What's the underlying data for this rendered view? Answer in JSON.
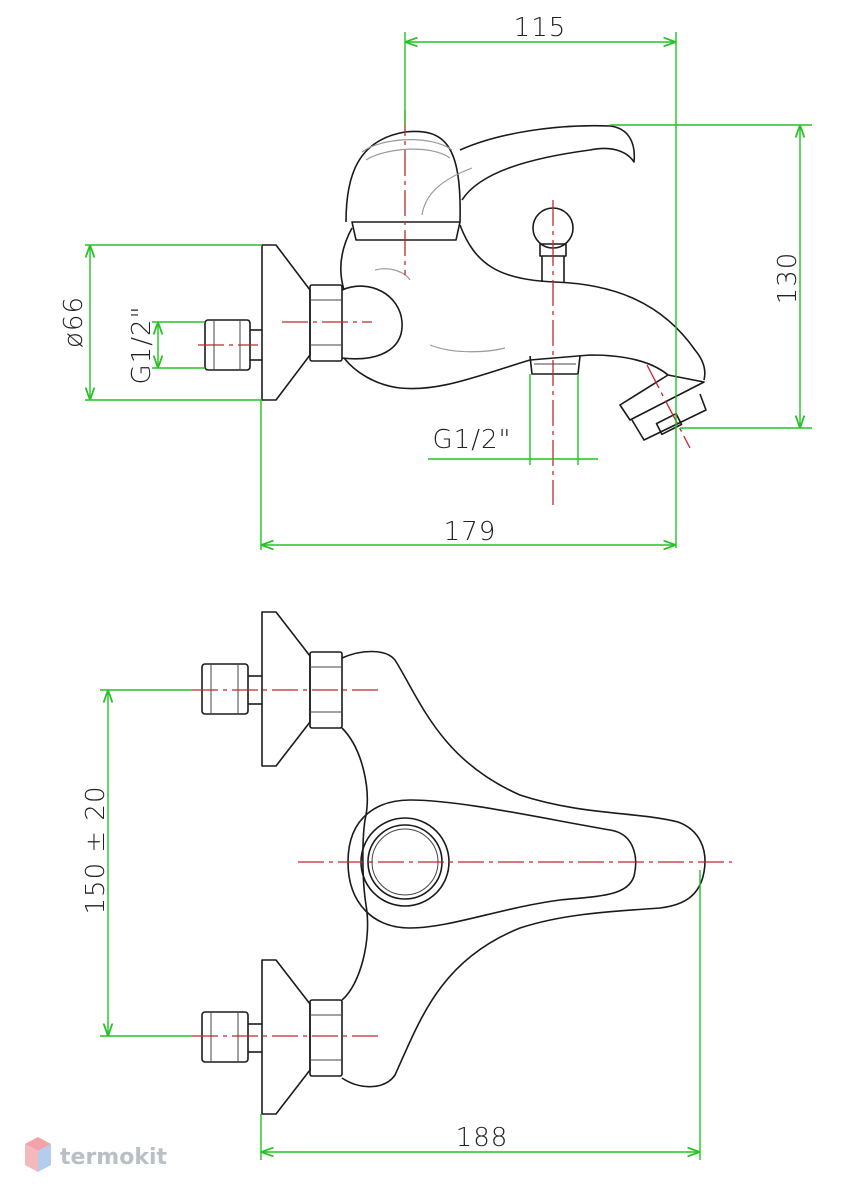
{
  "dimensions": {
    "top_width": "115",
    "height": "130",
    "flange_diameter": "ø66",
    "inlet_thread": "G1/2\"",
    "outlet_thread": "G1/2\"",
    "total_length": "179",
    "inlet_spacing": "150 ± 20",
    "plan_length": "188"
  },
  "logo": {
    "text": "termokit"
  },
  "colors": {
    "outline": "#1a1a1a",
    "dimension_lines": "#22c322",
    "center_lines": "#c0282d",
    "logo": "#b9bfc5"
  }
}
